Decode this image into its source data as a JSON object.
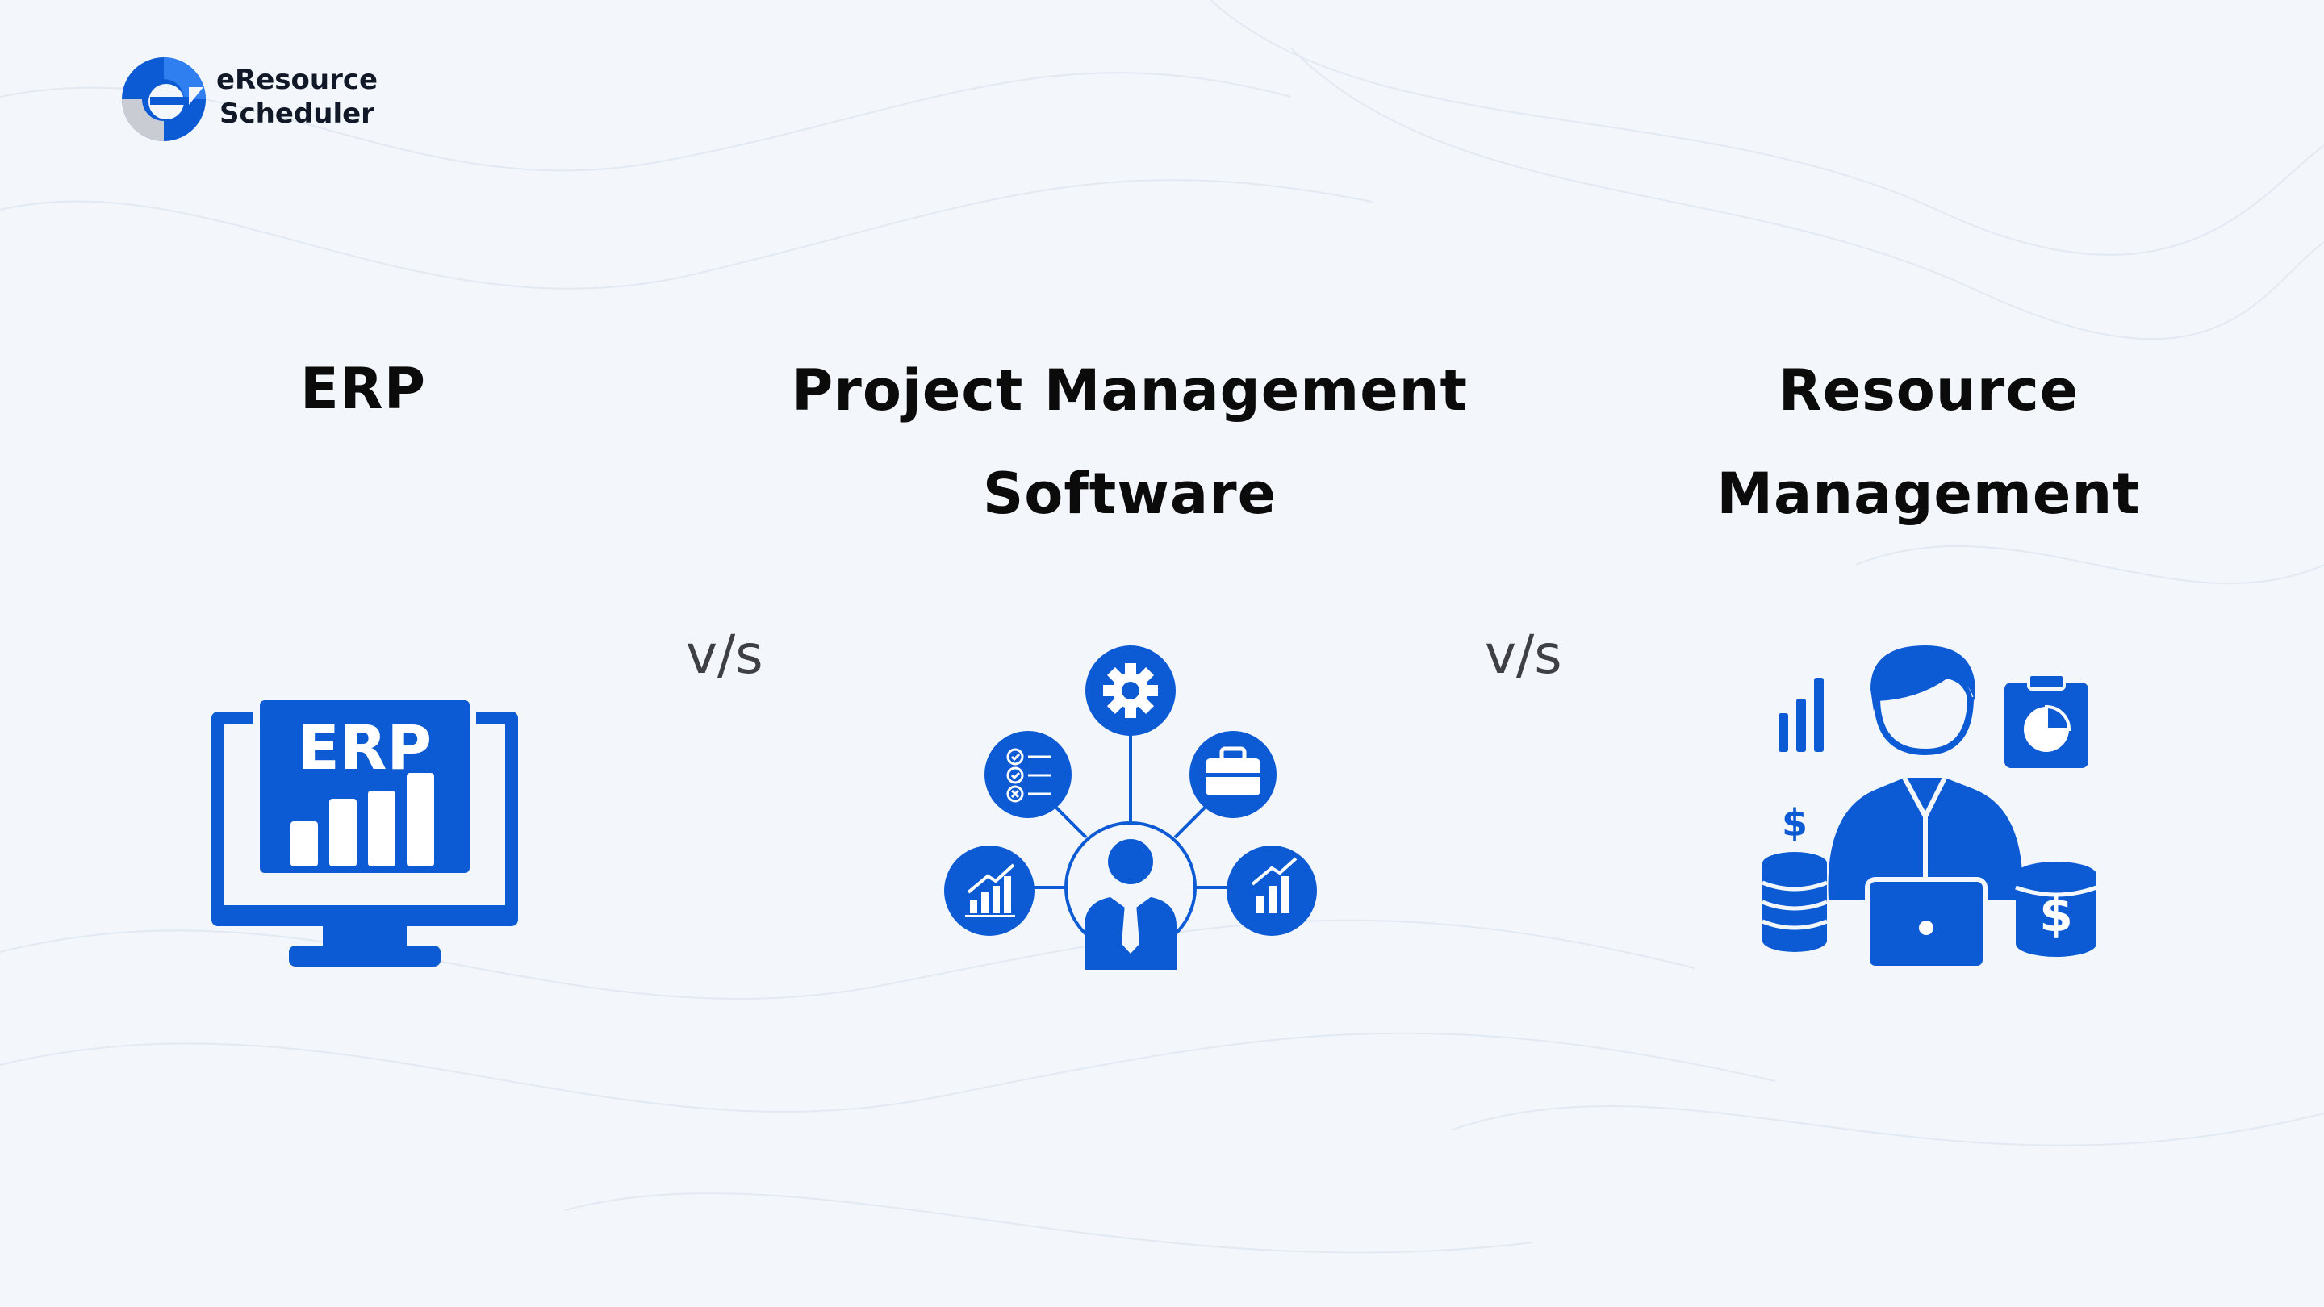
{
  "brand": {
    "name_line1": "eResource",
    "name_line2": "Scheduler",
    "colors": {
      "blue": "#0d5bd4",
      "gray": "#b8bcc4"
    }
  },
  "columns": [
    {
      "id": "erp",
      "title_lines": [
        "ERP"
      ],
      "icon": "erp-monitor-icon",
      "icon_label": "ERP"
    },
    {
      "id": "pm",
      "title_lines": [
        "Project Management",
        "Software"
      ],
      "icon": "project-network-icon"
    },
    {
      "id": "rm",
      "title_lines": [
        "Resource",
        "Management"
      ],
      "icon": "resource-manager-icon"
    }
  ],
  "separators": [
    "v/s",
    "v/s"
  ],
  "theme": {
    "background": "#f3f7fc",
    "accent": "#0d5bd4",
    "text": "#0b0b0b"
  }
}
